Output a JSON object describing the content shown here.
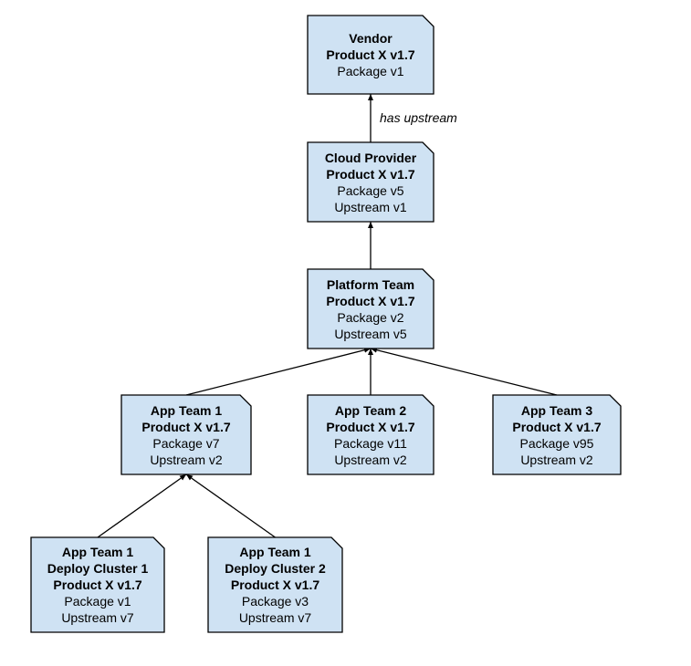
{
  "fill_color": "#cfe2f3",
  "nodes": [
    {
      "id": "vendor",
      "bold": [
        "Vendor",
        "Product X v1.7"
      ],
      "normal": [
        "Package v1"
      ]
    },
    {
      "id": "cloud",
      "bold": [
        "Cloud Provider",
        "Product X v1.7"
      ],
      "normal": [
        "Package v5",
        "Upstream v1"
      ]
    },
    {
      "id": "platform",
      "bold": [
        "Platform Team",
        "Product X v1.7"
      ],
      "normal": [
        "Package v2",
        "Upstream v5"
      ]
    },
    {
      "id": "app1",
      "bold": [
        "App Team 1",
        "Product X v1.7"
      ],
      "normal": [
        "Package v7",
        "Upstream v2"
      ]
    },
    {
      "id": "app2",
      "bold": [
        "App Team 2",
        "Product X v1.7"
      ],
      "normal": [
        "Package v11",
        "Upstream v2"
      ]
    },
    {
      "id": "app3",
      "bold": [
        "App Team 3",
        "Product X v1.7"
      ],
      "normal": [
        "Package v95",
        "Upstream v2"
      ]
    },
    {
      "id": "deploy1",
      "bold": [
        "App Team 1",
        "Deploy Cluster 1",
        "Product X v1.7"
      ],
      "normal": [
        "Package v1",
        "Upstream v7"
      ]
    },
    {
      "id": "deploy2",
      "bold": [
        "App Team 1",
        "Deploy Cluster 2",
        "Product X v1.7"
      ],
      "normal": [
        "Package v3",
        "Upstream v7"
      ]
    }
  ],
  "edges": [
    {
      "from": "cloud",
      "to": "vendor",
      "label": "has upstream"
    },
    {
      "from": "platform",
      "to": "cloud"
    },
    {
      "from": "app1",
      "to": "platform"
    },
    {
      "from": "app2",
      "to": "platform"
    },
    {
      "from": "app3",
      "to": "platform"
    },
    {
      "from": "deploy1",
      "to": "app1"
    },
    {
      "from": "deploy2",
      "to": "app1"
    }
  ]
}
